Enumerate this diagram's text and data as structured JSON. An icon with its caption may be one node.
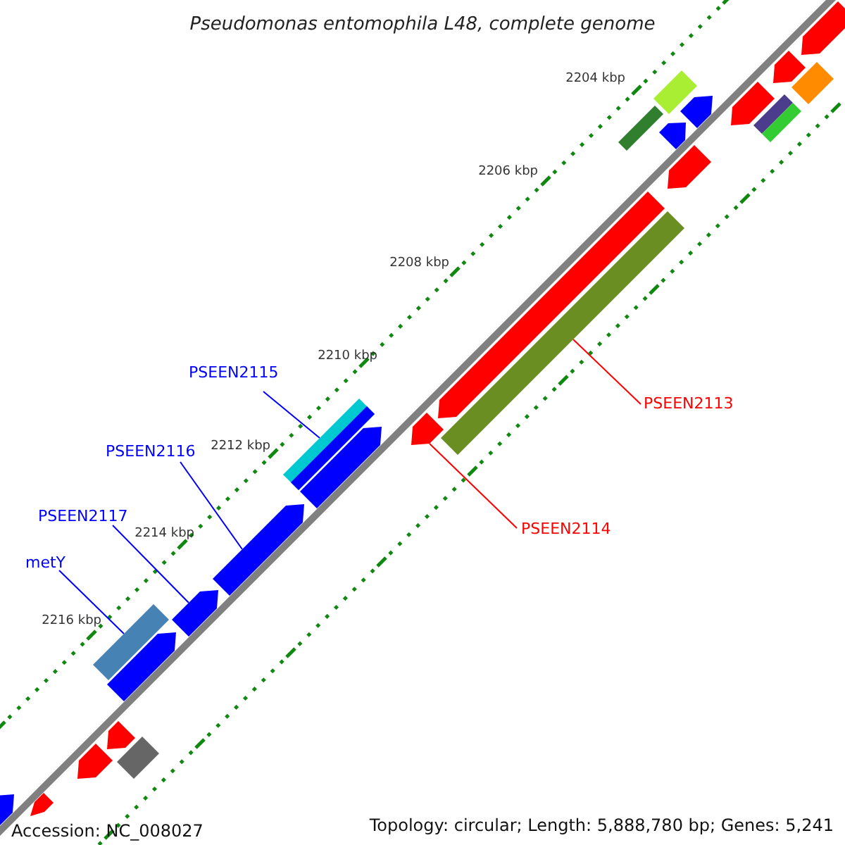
{
  "diagram": {
    "title": "Pseudomonas entomophila L48, complete genome",
    "nodes": [
      {
        "text": [
          "PSEEN2115"
        ]
      },
      {
        "text": [
          "PSEEN2113"
        ]
      },
      {
        "text": [
          "PSEEN2116"
        ]
      },
      {
        "text": [
          "PSEEN2117"
        ]
      },
      {
        "text": [
          "PSEEN2114"
        ]
      },
      {
        "text": [
          "metY"
        ]
      },
      {
        "text": [],
        "shape": "arrow"
      },
      {
        "text": [],
        "shape": "arrow"
      },
      {
        "text": [],
        "shape": "arrow"
      },
      {
        "text": [],
        "shape": "arrow"
      },
      {
        "text": [],
        "shape": "bar"
      },
      {
        "text": [],
        "shape": "bar"
      },
      {
        "text": [],
        "shape": "arrow"
      },
      {
        "text": [],
        "shape": "arrow"
      },
      {
        "text": [],
        "shape": "arrow"
      },
      {
        "text": [],
        "shape": "bar"
      },
      {
        "text": [],
        "shape": "arrow"
      },
      {
        "text": [],
        "shape": "arrow"
      },
      {
        "text": [],
        "shape": "arrow"
      },
      {
        "text": [],
        "shape": "bar"
      },
      {
        "text": [],
        "shape": "bar"
      },
      {
        "text": [],
        "shape": "bar"
      },
      {
        "text": [],
        "shape": "arrow"
      },
      {
        "text": [],
        "shape": "arrow"
      },
      {
        "text": [],
        "shape": "arrow"
      },
      {
        "text": [],
        "shape": "arrow"
      },
      {
        "text": [],
        "shape": "bar"
      },
      {
        "text": [],
        "shape": "bar"
      },
      {
        "text": [],
        "shape": "arrow"
      },
      {
        "text": [],
        "shape": "bar"
      },
      {
        "text": [],
        "shape": "arrow"
      }
    ],
    "edges": [
      {
        "from": 0,
        "to": 15,
        "arrow": "none"
      },
      {
        "from": 1,
        "to": 19,
        "arrow": "none",
        "color": "#ff0000"
      },
      {
        "from": 2,
        "to": 14,
        "arrow": "none"
      },
      {
        "from": 3,
        "to": 13,
        "arrow": "none"
      },
      {
        "from": 4,
        "to": 17,
        "arrow": "none",
        "color": "#ff0000"
      },
      {
        "from": 5,
        "to": 10,
        "arrow": "none"
      }
    ],
    "labels": [
      "2204 kbp",
      "2206 kbp",
      "2208 kbp",
      "2210 kbp",
      "2212 kbp",
      "2214 kbp",
      "2216 kbp",
      "Accession: NC_008027",
      "Topology: circular; Length: 5,888,780 bp; Genes: 5,241"
    ]
  }
}
